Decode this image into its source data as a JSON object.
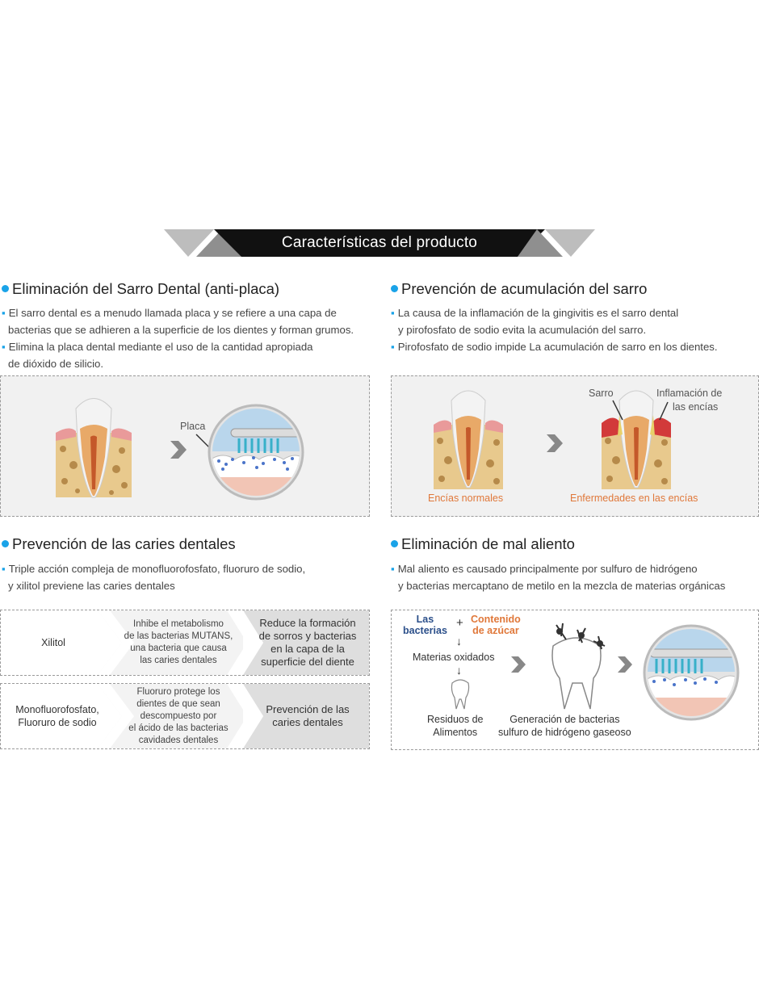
{
  "banner": {
    "title": "Características del producto"
  },
  "sections": {
    "sarro": {
      "title": "Eliminación del Sarro Dental (anti-placa)",
      "bullets": [
        "El sarro dental es a menudo llamada placa y se refiere a una capa de",
        "bacterias que se adhieren a la superficie de los dientes y forman grumos.",
        "Elimina la placa dental mediante el uso de la cantidad apropiada",
        "de dióxido de silicio."
      ],
      "label_placa": "Placa"
    },
    "acumulacion": {
      "title": "Prevención de acumulación del sarro",
      "bullets": [
        "La causa de la inflamación de la gingivitis es el sarro dental",
        "y pirofosfato de sodio evita la acumulación del sarro.",
        "Pirofosfato de sodio impide La acumulación de sarro en los dientes."
      ],
      "label_sarro": "Sarro",
      "label_inflamacion_1": "Inflamación de",
      "label_inflamacion_2": "las encías",
      "caption_normal": "Encías normales",
      "caption_enfermedad": "Enfermedades en las encías"
    },
    "caries": {
      "title": "Prevención de las caries dentales",
      "bullets": [
        "Triple acción compleja de monofluorofosfato, fluoruro de sodio,",
        "y xilitol previene las caries dentales"
      ],
      "rows": [
        {
          "ingredient": [
            "Xilitol"
          ],
          "mechanism": [
            "Inhibe el metabolismo",
            "de las bacterias MUTANS,",
            "una bacteria que causa",
            "las caries dentales"
          ],
          "effect": [
            "Reduce la formación",
            "de sorros y bacterias",
            "en la capa de la",
            "superficie del diente"
          ]
        },
        {
          "ingredient": [
            "Monofluorofosfato,",
            "Fluoruro de sodio"
          ],
          "mechanism": [
            "Fluoruro protege los",
            "dientes de que sean",
            "descompuesto por",
            "el ácido de las bacterias",
            "cavidades dentales"
          ],
          "effect": [
            "Prevención de las",
            "caries dentales"
          ]
        }
      ]
    },
    "aliento": {
      "title": "Eliminación de mal aliento",
      "bullets": [
        "Mal aliento es causado principalmente por sulfuro de hidrógeno",
        "y bacterias mercaptano de metilo en la mezcla de materias orgánicas"
      ],
      "label_bacterias_1": "Las",
      "label_bacterias_2": "bacterias",
      "plus": "+",
      "label_azucar_1": "Contenido",
      "label_azucar_2": "de azúcar",
      "label_oxidadas": "Materias oxidados",
      "label_residuos_1": "Residuos de",
      "label_residuos_2": "Alimentos",
      "label_generacion_1": "Generación de bacterias",
      "label_generacion_2": "sulfuro de hidrógeno gaseoso"
    }
  },
  "colors": {
    "accent": "#1aa3e8",
    "banner": "#111111",
    "orange": "#e0783a",
    "navy": "#2b4f8a"
  }
}
